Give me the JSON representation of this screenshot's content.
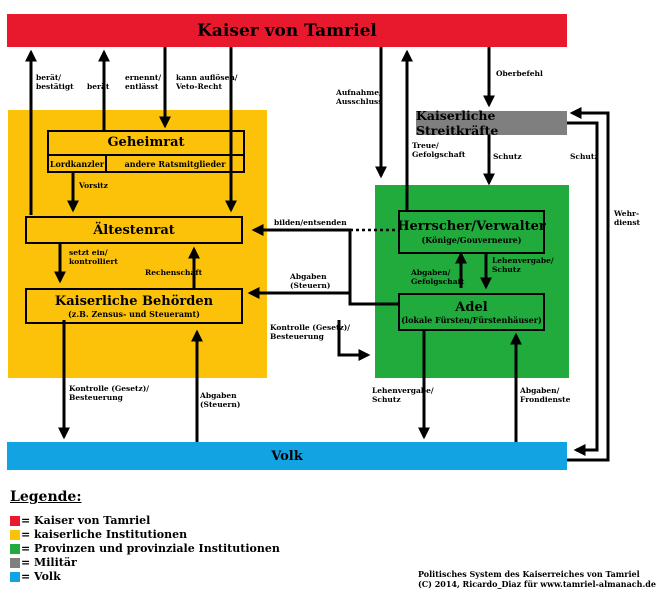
{
  "colors": {
    "kaiser": "#e8192c",
    "imperial": "#fbc209",
    "provinces": "#20ab3c",
    "military": "#7f7f7f",
    "folk": "#12a3e2"
  },
  "nodes": {
    "kaiser": "Kaiser von Tamriel",
    "streitkraefte": "Kaiserliche Streitkräfte",
    "geheimrat": "Geheimrat",
    "lordkanzler": "Lordkanzler",
    "ratsmitglieder": "andere Ratsmitglieder",
    "aeltestenrat": "Ältestenrat",
    "behoerden": "Kaiserliche Behörden",
    "behoerden_sub": "(z.B. Zensus- und Steueramt)",
    "herrscher": "Herrscher/Verwalter",
    "herrscher_sub": "(Könige/Gouverneure)",
    "adel": "Adel",
    "adel_sub": "(lokale Fürsten/Fürstenhäuser)",
    "volk": "Volk"
  },
  "edge_labels": {
    "beraet_bestaetigt": "berät/\nbestätigt",
    "beraet": "berät",
    "ernennt_entlaesst": "ernennt/\nentlässt",
    "aufloesen_veto": "kann auflösen/\nVeto-Recht",
    "aufnahme_ausschluss": "Aufnahme/\nAusschluss",
    "oberbefehl": "Oberbefehl",
    "treue_gefolgschaft": "Treue/\nGefolgschaft",
    "schutz_mil": "Schutz",
    "schutz_right": "Schutz",
    "wehrdienst": "Wehr-\ndienst",
    "vorsitz": "Vorsitz",
    "bilden_entsenden": "bilden/entsenden",
    "setzt_ein": "setzt ein/\nkontrolliert",
    "rechenschaft": "Rechenschaft",
    "abgaben_steuern_top": "Abgaben\n(Steuern)",
    "abgaben_gefolgschaft": "Abgaben/\nGefolgschaft",
    "lehenvergabe_schutz": "Lehenvergabe/\nSchutz",
    "kontrolle_besteuerung_mid": "Kontrolle (Gesetz)/\nBesteuerung",
    "kontrolle_besteuerung_left": "Kontrolle (Gesetz)/\nBesteuerung",
    "abgaben_steuern_bottom": "Abgaben\n(Steuern)",
    "lehenvergabe_schutz_bottom": "Lehenvergabe/\nSchutz",
    "abgaben_frondienste": "Abgaben/\nFrondienste"
  },
  "legend": {
    "title": "Legende:",
    "items": [
      {
        "color": "#e8192c",
        "text": "= Kaiser von Tamriel"
      },
      {
        "color": "#fbc209",
        "text": "= kaiserliche Institutionen"
      },
      {
        "color": "#20ab3c",
        "text": "= Provinzen und provinziale Institutionen"
      },
      {
        "color": "#7f7f7f",
        "text": "= Militär"
      },
      {
        "color": "#12a3e2",
        "text": "= Volk"
      }
    ]
  },
  "credit": {
    "line1": "Politisches System des Kaiserreiches von Tamriel",
    "line2": "(C) 2014, Ricardo_Diaz für www.tamriel-almanach.de"
  }
}
